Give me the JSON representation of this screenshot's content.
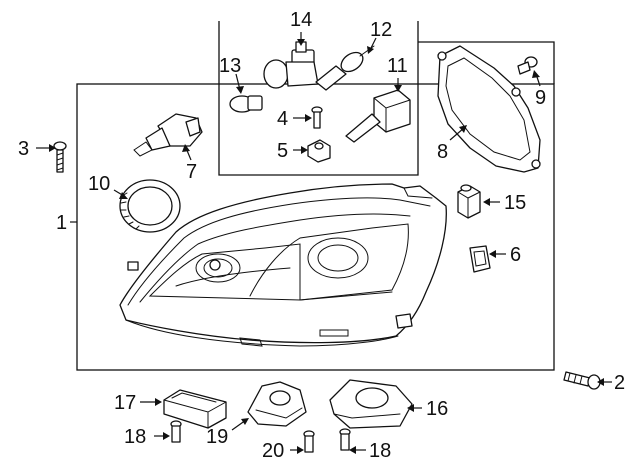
{
  "callouts": {
    "c1": "1",
    "c2": "2",
    "c3": "3",
    "c4": "4",
    "c5": "5",
    "c6": "6",
    "c7": "7",
    "c8": "8",
    "c9": "9",
    "c10": "10",
    "c11": "11",
    "c12": "12",
    "c13": "13",
    "c14": "14",
    "c15": "15",
    "c16": "16",
    "c17": "17",
    "c18a": "18",
    "c18b": "18",
    "c19": "19",
    "c20": "20"
  }
}
